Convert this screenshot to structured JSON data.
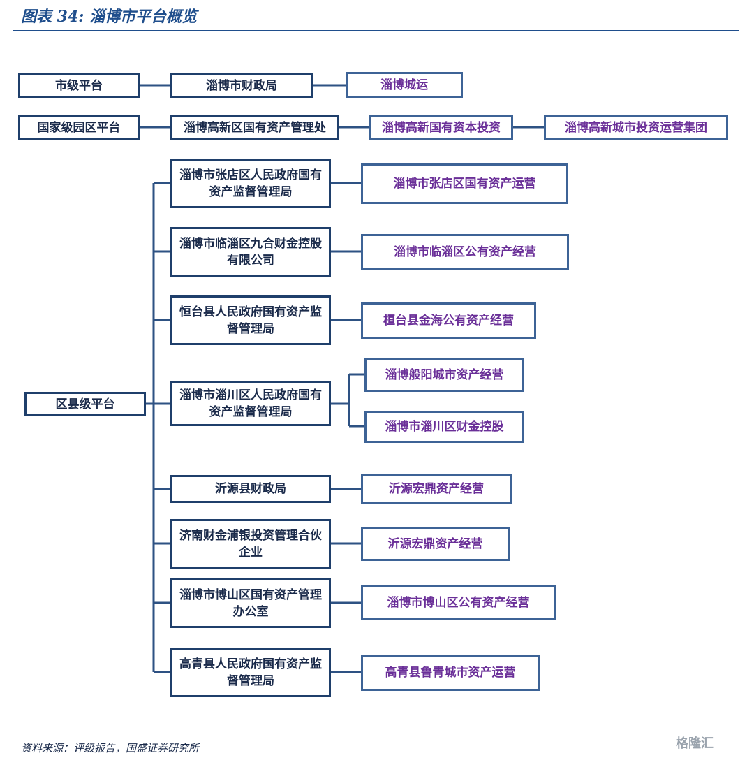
{
  "header": {
    "title": "图表 34:  淄博市平台概览"
  },
  "footer": {
    "source": "资料来源：评级报告，国盛证券研究所",
    "logo": "格隆汇"
  },
  "levels": {
    "city": "市级平台",
    "park": "国家级园区平台",
    "county": "区县级平台"
  },
  "city_row": {
    "owner": "淄博市财政局",
    "platform": "淄博城运"
  },
  "park_row": {
    "owner": "淄博高新区国有资产管理处",
    "mid": "淄博高新国有资本投资",
    "platform": "淄博高新城市投资运营集团"
  },
  "county": {
    "owners": [
      "淄博市张店区人民政府国有资产监督管理局",
      "淄博市临淄区九合财金控股有限公司",
      "恒台县人民政府国有资产监督管理局",
      "淄博市淄川区人民政府国有资产监督管理局",
      "沂源县财政局",
      "济南财金浦银投资管理合伙企业",
      "淄博市博山区国有资产管理办公室",
      "高青县人民政府国有资产监督管理局"
    ],
    "platforms": [
      "淄博市张店区国有资产运营",
      "淄博市临淄区公有资产经营",
      "桓台县金海公有资产经营",
      "淄博般阳城市资产经营",
      "淄博市淄川区财金控股",
      "沂源宏鼎资产经营",
      "沂源宏鼎资产经营",
      "淄博市博山区公有资产经营",
      "高青县鲁青城市资产运营"
    ]
  }
}
